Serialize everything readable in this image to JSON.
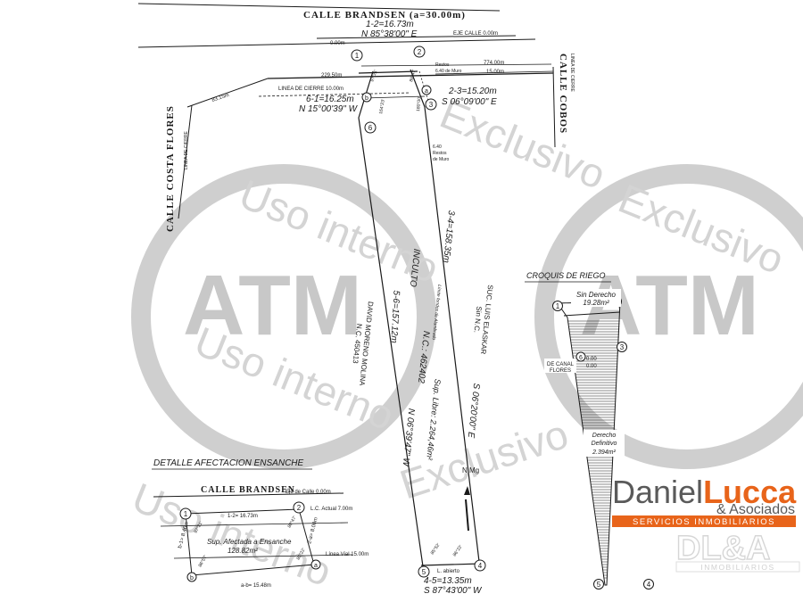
{
  "streets": {
    "north": "CALLE  BRANDSEN  (a=30.00m)",
    "east": "CALLE  COBOS",
    "west": "CALLE  COSTA  FLORES",
    "east_line": "LINEA DE CIERRE",
    "west_line": "LINEA DE CIERRE"
  },
  "axis": {
    "eje": "EJE CALLE   0.00m",
    "left_zero": "0.00m"
  },
  "dims": {
    "d229": "229.50m",
    "d774": "774.00m",
    "d15": "15.00m",
    "d83": "83.15m",
    "cierre": "LINEA DE CIERRE 10.00m",
    "resto_top_1": "Restos",
    "resto_top_2": "6.40 de Muro",
    "resto_mid_1": "6.40",
    "resto_mid_2": "Restos",
    "resto_mid_3": "de Muro"
  },
  "sides": {
    "s12_len": "1-2=16.73m",
    "s12_bearing": "N 85°38'00\" E",
    "s61_len": "6-1=16.25m",
    "s61_bearing": "N 15°00'39\" W",
    "s23_len": "2-3=15.20m",
    "s23_bearing": "S 06°09'00\" E",
    "s56_len": "5-6=157.12m",
    "s56_bearing": "N 06°39'47\" W",
    "s34_len": "3-4=158.35m",
    "s34_bearing": "S 06°20'00\" E",
    "s45_len": "4-5=13.35m",
    "s45_bearing": "S 87°43'00\" W",
    "l_abierto": "L. abierto"
  },
  "parcel": {
    "inculto": "INCULTO",
    "nc": "N.C.: 462402",
    "sup": "Sup. Libre: 2.264,46m²",
    "limite": "Límite fondos de Alambrado"
  },
  "neighbors": {
    "west_name": "DAVID MORENO MOLINA",
    "west_nc": "N.C. 450413",
    "east_name": "SUC. LUIS ELASKAR",
    "east_nc": "Sin N.C."
  },
  "angles": {
    "a1": "97°21'",
    "a2": "89°47'",
    "a6": "164°23'",
    "a3": "180°00'",
    "a5": "85°52'",
    "a4": "86°22'"
  },
  "north_label": "N Mg",
  "vertices": [
    "1",
    "2",
    "3",
    "4",
    "5",
    "6",
    "a",
    "b"
  ],
  "detail": {
    "title": "DETALLE AFECTACION ENSANCHE",
    "street": "CALLE  BRANDSEN",
    "eje": "Eje de Calle 0.00m",
    "s12": "1-2= 16.73m",
    "lc_actual": "L.C. Actual 7.00m",
    "linea_vial": "Línea Vial 15.00m",
    "sup_label": "Sup. Afectada a Ensanche",
    "sup_value": "128.82m²",
    "ab": "a-b= 15.48m",
    "b1": "b-1= 8.46m",
    "a2": "2-a= 8.00m",
    "ang1": "97°21'",
    "ang2": "89°47'",
    "ang3": "85°22'",
    "ang4": "86°57'"
  },
  "riego": {
    "title": "CROQUIS DE RIEGO",
    "sin_derecho": "Sin Derecho",
    "sin_derecho_area": "19.28m²",
    "canal_1": "DE CANAL",
    "canal_2": "FLORES",
    "zero_a": "0.00",
    "zero_b": "0.00",
    "derecho_1": "Derecho",
    "derecho_2": "Definitivo",
    "derecho_area": "2.394m²"
  },
  "watermark": {
    "logo": "ATM",
    "text1": "Uso interno",
    "text2": "Exclusivo"
  },
  "brand": {
    "name_light": "Daniel",
    "name_bold": "Lucca",
    "sub": "& Asociados",
    "tagline": "SERVICIOS INMOBILIARIOS",
    "mono": "DL&A",
    "mono_sub": "INMOBILIARIOS"
  },
  "colors": {
    "ink": "#1a1a1a",
    "brand_orange": "#e8641a",
    "brand_gray": "#5a5a5a",
    "watermark": "#cfcfcf"
  }
}
